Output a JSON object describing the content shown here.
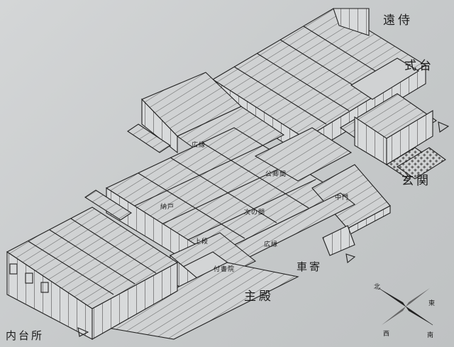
{
  "labels": {
    "tozamurai": "遠侍",
    "shikidai": "式台",
    "genkan": "玄関",
    "hiroen_top": "広縁",
    "nando": "納戸",
    "kugeno_ma": "公卿間",
    "tsugi_no_ma": "次の間",
    "chumon": "中門",
    "jodan": "上段",
    "hiroen_bottom": "広縁",
    "tsukeshoin": "付書院",
    "kurumayose": "車寄",
    "shuden": "主殿",
    "naidaidokoro": "内台所"
  },
  "compass": {
    "north": "北",
    "east": "東",
    "south": "南",
    "west": "西"
  }
}
